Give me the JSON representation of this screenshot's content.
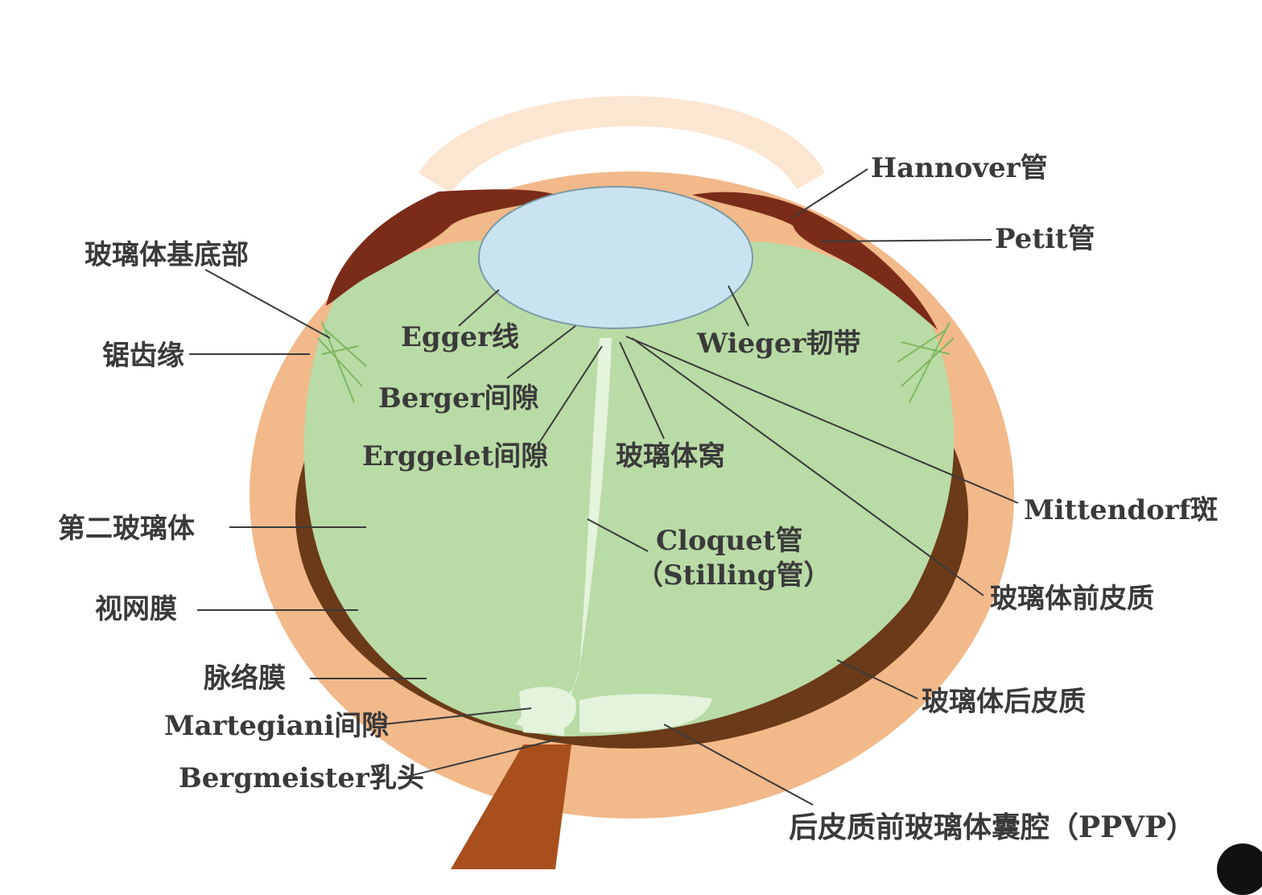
{
  "labels": {
    "hannover": "Hannover管",
    "petit": "Petit管",
    "vitreous_base": "玻璃体基底部",
    "ora_serrata": "锯齿缘",
    "egger": "Egger线",
    "wieger": "Wieger韧带",
    "berger": "Berger间隙",
    "erggelet": "Erggelet间隙",
    "fossa": "玻璃体窝",
    "mittendorf": "Mittendorf斑",
    "secondary_vitreous": "第二玻璃体",
    "cloquet_1": "Cloquet管",
    "cloquet_2": "（Stilling管）",
    "anterior_cortex": "玻璃体前皮质",
    "retina": "视网膜",
    "choroid": "脉络膜",
    "posterior_cortex": "玻璃体后皮质",
    "martegiani": "Martegiani间隙",
    "bergmeister": "Bergmeister乳头",
    "ppvp": "后皮质前玻璃体囊腔（PPVP）"
  },
  "colors": {
    "sclera": "#f2b98a",
    "choroid": "#9a4a1e",
    "retina": "#6b3a18",
    "vitreous": "#b9dba6",
    "lens": "#c9e4f0",
    "ciliary_body": "#7a2c18",
    "cornea": "#fbe6d2",
    "optic_nerve": "#a84f1d",
    "canal": "#e4f3dc"
  }
}
